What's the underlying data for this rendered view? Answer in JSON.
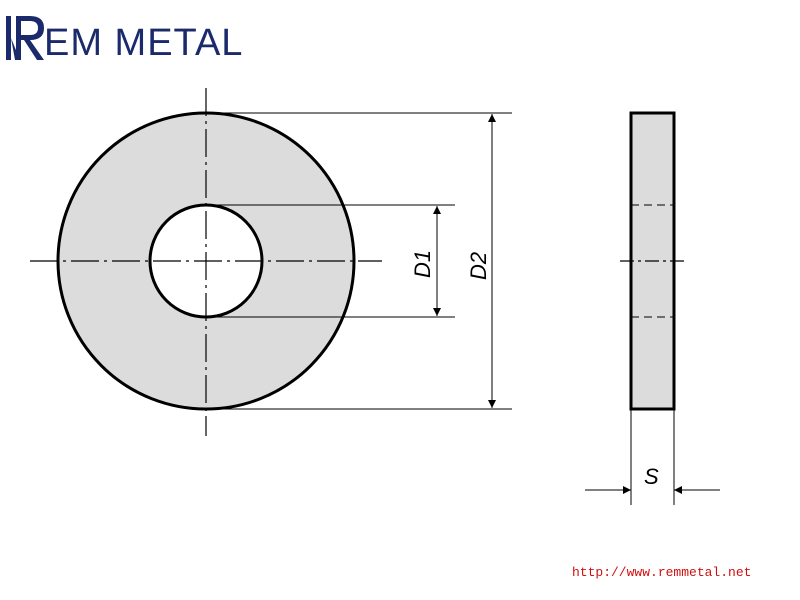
{
  "brand": {
    "name": "REM METAL",
    "logo_rest": "EM METAL",
    "color": "#1b2a6b"
  },
  "diagram": {
    "labels": {
      "inner_diameter": "D1",
      "outer_diameter": "D2",
      "thickness": "S"
    },
    "fill_color": "#dcdcdc"
  },
  "footer": {
    "url": "http://www.remmetal.net",
    "url_color": "#d01010"
  }
}
